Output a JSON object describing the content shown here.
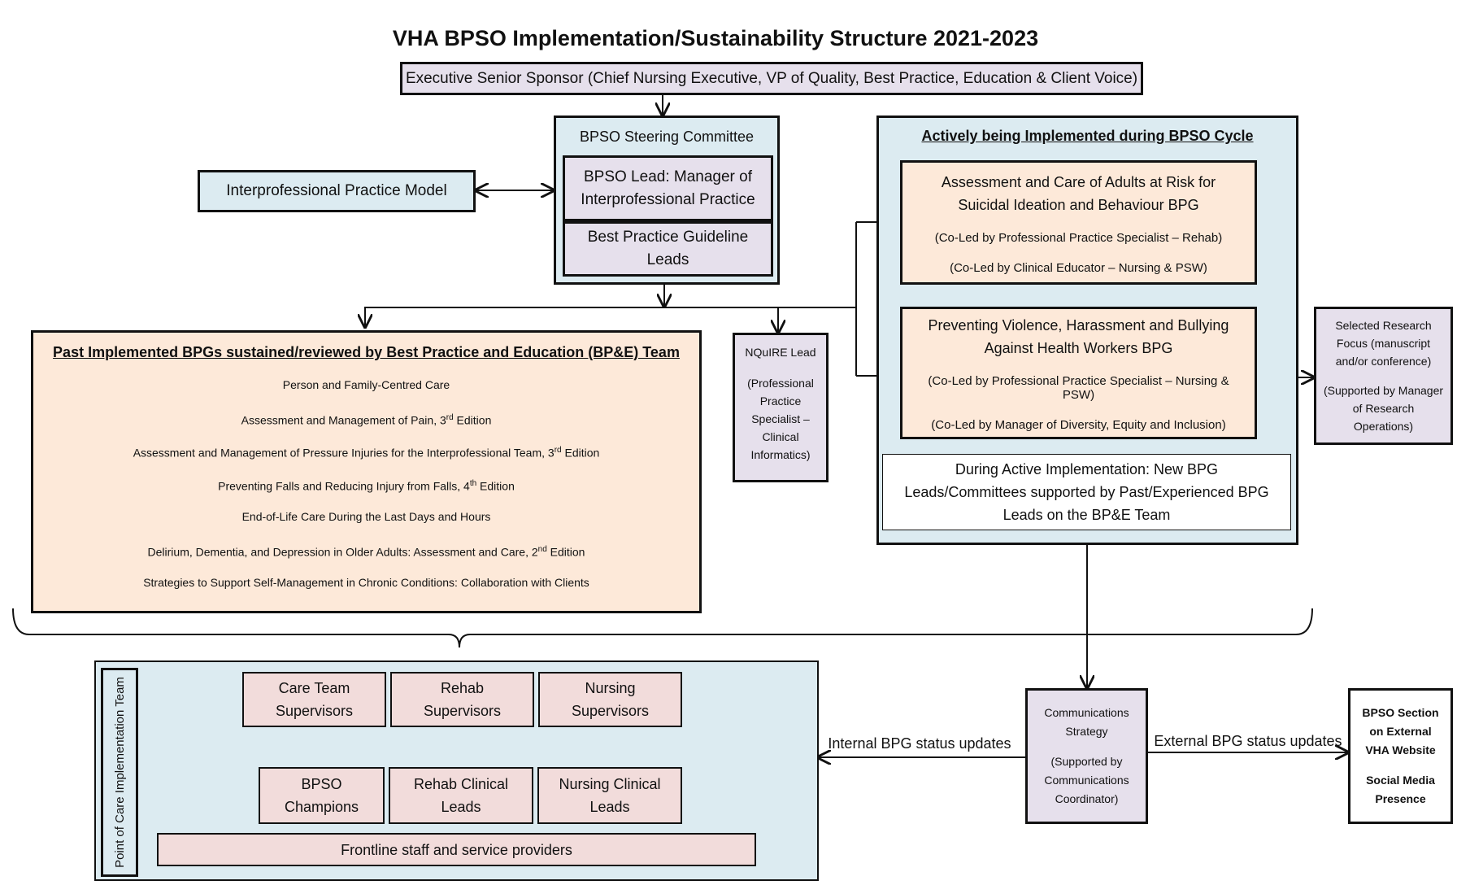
{
  "title": "VHA BPSO Implementation/Sustainability Structure 2021-2023",
  "executive_sponsor": "Executive Senior Sponsor (Chief Nursing Executive, VP of Quality, Best Practice, Education & Client Voice)",
  "interprofessional_model": "Interprofessional Practice Model",
  "steering": {
    "title": "BPSO Steering Committee",
    "lead": "BPSO Lead: Manager of Interprofessional Practice",
    "guideline_leads": "Best Practice Guideline Leads"
  },
  "active": {
    "title": "Actively being Implemented during BPSO Cycle",
    "bpg1": {
      "name": "Assessment and Care of Adults at Risk for Suicidal Ideation and Behaviour BPG",
      "colead1": "(Co-Led by Professional Practice Specialist – Rehab)",
      "colead2": "(Co-Led by Clinical Educator – Nursing & PSW)"
    },
    "bpg2": {
      "name": "Preventing Violence, Harassment and Bullying Against Health Workers BPG",
      "colead1": "(Co-Led by Professional Practice Specialist – Nursing & PSW)",
      "colead2": "(Co-Led by Manager of Diversity, Equity and Inclusion)"
    },
    "during": "During Active Implementation: New BPG Leads/Committees supported by Past/Experienced BPG Leads on the BP&E Team"
  },
  "research": {
    "focus": "Selected Research Focus (manuscript and/or conference)",
    "support": "(Supported by Manager of Research Operations)"
  },
  "nquire": {
    "title": "NQuIRE Lead",
    "support": "(Professional Practice Specialist – Clinical Informatics)"
  },
  "past": {
    "title": "Past Implemented BPGs sustained/reviewed by Best Practice and Education (BP&E) Team",
    "items": [
      {
        "text": "Person and Family-Centred Care",
        "sup": "",
        "after": ""
      },
      {
        "text": "Assessment and Management of Pain, 3",
        "sup": "rd",
        "after": " Edition"
      },
      {
        "text": "Assessment and Management of Pressure Injuries for the Interprofessional Team, 3",
        "sup": "rd",
        "after": " Edition"
      },
      {
        "text": "Preventing Falls and Reducing Injury from Falls, 4",
        "sup": "th",
        "after": " Edition"
      },
      {
        "text": "End-of-Life Care During the Last Days and Hours",
        "sup": "",
        "after": ""
      },
      {
        "text": "Delirium, Dementia, and Depression in Older Adults: Assessment and Care, 2",
        "sup": "nd",
        "after": " Edition"
      },
      {
        "text": "Strategies to Support Self-Management in Chronic Conditions: Collaboration with Clients",
        "sup": "",
        "after": ""
      }
    ]
  },
  "point_of_care": {
    "label": "Point of Care Implementation Team",
    "care_team": "Care Team Supervisors",
    "rehab_sup": "Rehab Supervisors",
    "nursing_sup": "Nursing Supervisors",
    "champions": "BPSO Champions",
    "rehab_leads": "Rehab Clinical Leads",
    "nursing_leads": "Nursing Clinical Leads",
    "frontline": "Frontline staff and service providers"
  },
  "communications": {
    "title": "Communications Strategy",
    "support": "(Supported by Communications Coordinator)",
    "internal": "Internal BPG status updates",
    "external": "External BPG status updates"
  },
  "external_site": {
    "line1": "BPSO Section on External VHA Website",
    "line2": "Social Media Presence"
  }
}
